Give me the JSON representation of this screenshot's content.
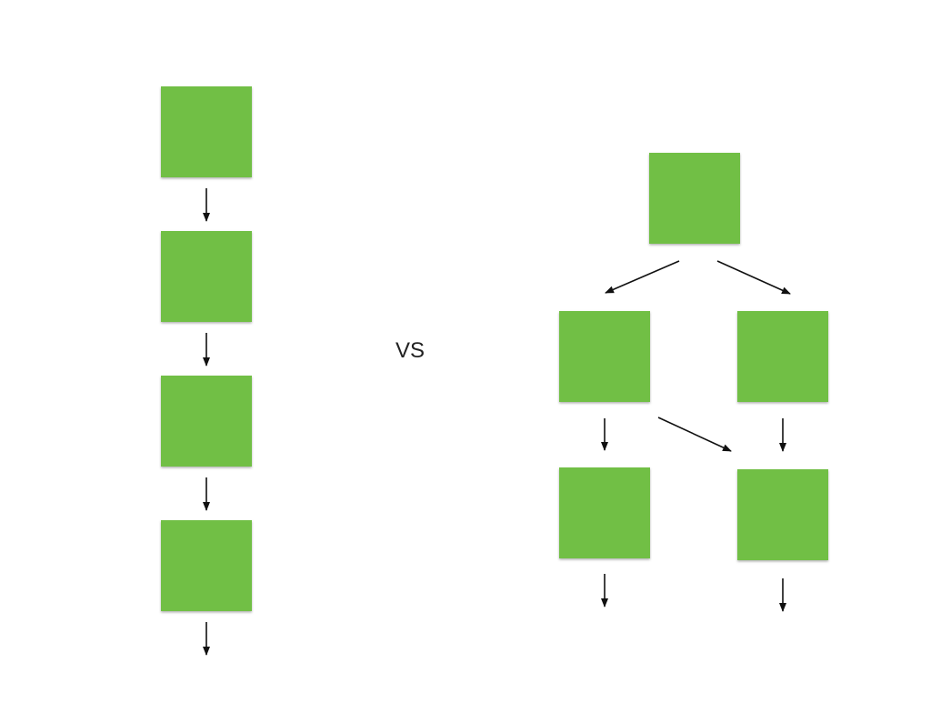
{
  "separator": {
    "label": "VS"
  },
  "colors": {
    "node_fill": "#71bf44",
    "arrow": "#111111",
    "background": "#ffffff"
  },
  "left_diagram": {
    "type": "linear-chain",
    "nodes": [
      "n1",
      "n2",
      "n3",
      "n4"
    ],
    "edges": [
      [
        "n1",
        "n2"
      ],
      [
        "n2",
        "n3"
      ],
      [
        "n3",
        "n4"
      ],
      [
        "n4",
        "out"
      ]
    ]
  },
  "right_diagram": {
    "type": "branching-graph",
    "nodes": [
      "r1",
      "r2",
      "r3",
      "r4",
      "r5"
    ],
    "edges": [
      [
        "r1",
        "r2"
      ],
      [
        "r1",
        "r3"
      ],
      [
        "r2",
        "r4"
      ],
      [
        "r2",
        "r5"
      ],
      [
        "r3",
        "r5"
      ],
      [
        "r4",
        "out"
      ],
      [
        "r5",
        "out"
      ]
    ]
  }
}
